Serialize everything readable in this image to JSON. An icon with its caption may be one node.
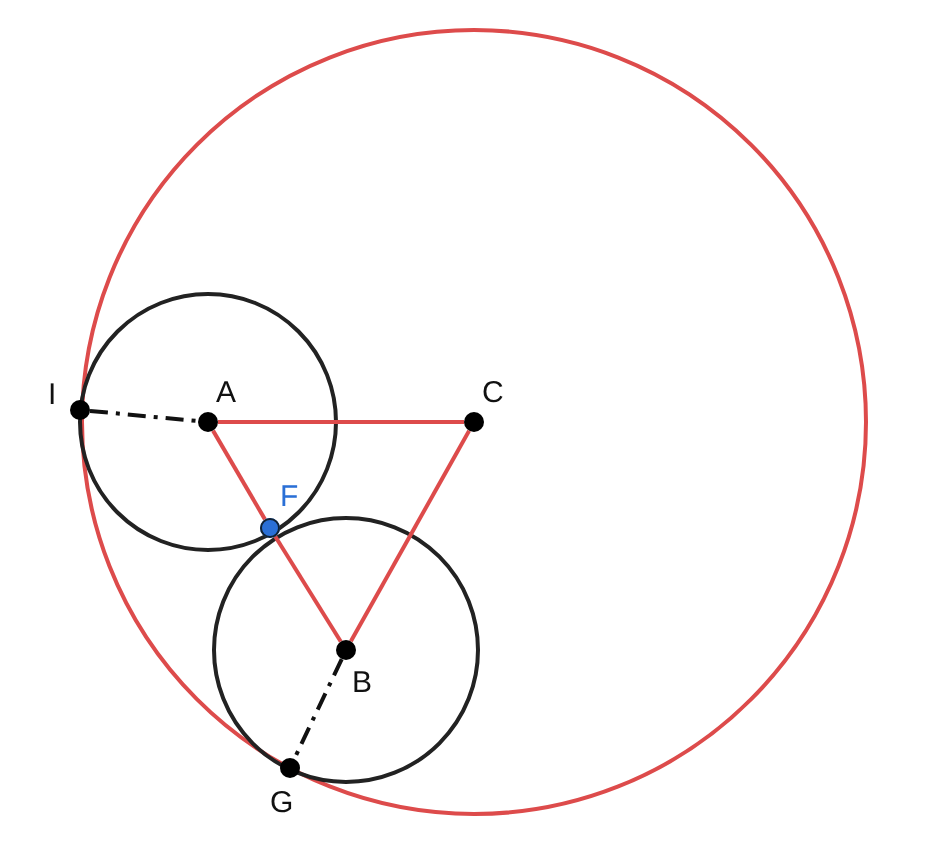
{
  "diagram": {
    "nodes": [
      {
        "text": [
          "I"
        ]
      },
      {
        "text": [
          "A"
        ]
      },
      {
        "text": [
          "C"
        ]
      },
      {
        "text": [
          "F"
        ]
      },
      {
        "text": [
          "B"
        ]
      },
      {
        "text": [
          "G"
        ]
      }
    ],
    "edges": [
      {
        "from": 1,
        "to": 2,
        "arrow": "none"
      },
      {
        "from": 2,
        "to": 4,
        "arrow": "none"
      },
      {
        "from": 1,
        "to": 3,
        "arrow": "none"
      },
      {
        "from": 3,
        "to": 4,
        "arrow": "none"
      },
      {
        "from": 0,
        "to": 1,
        "arrow": "none",
        "style": "dashed",
        "color": "#111111"
      },
      {
        "from": 4,
        "to": 5,
        "arrow": "none",
        "style": "dashed",
        "color": "#111111"
      }
    ]
  }
}
